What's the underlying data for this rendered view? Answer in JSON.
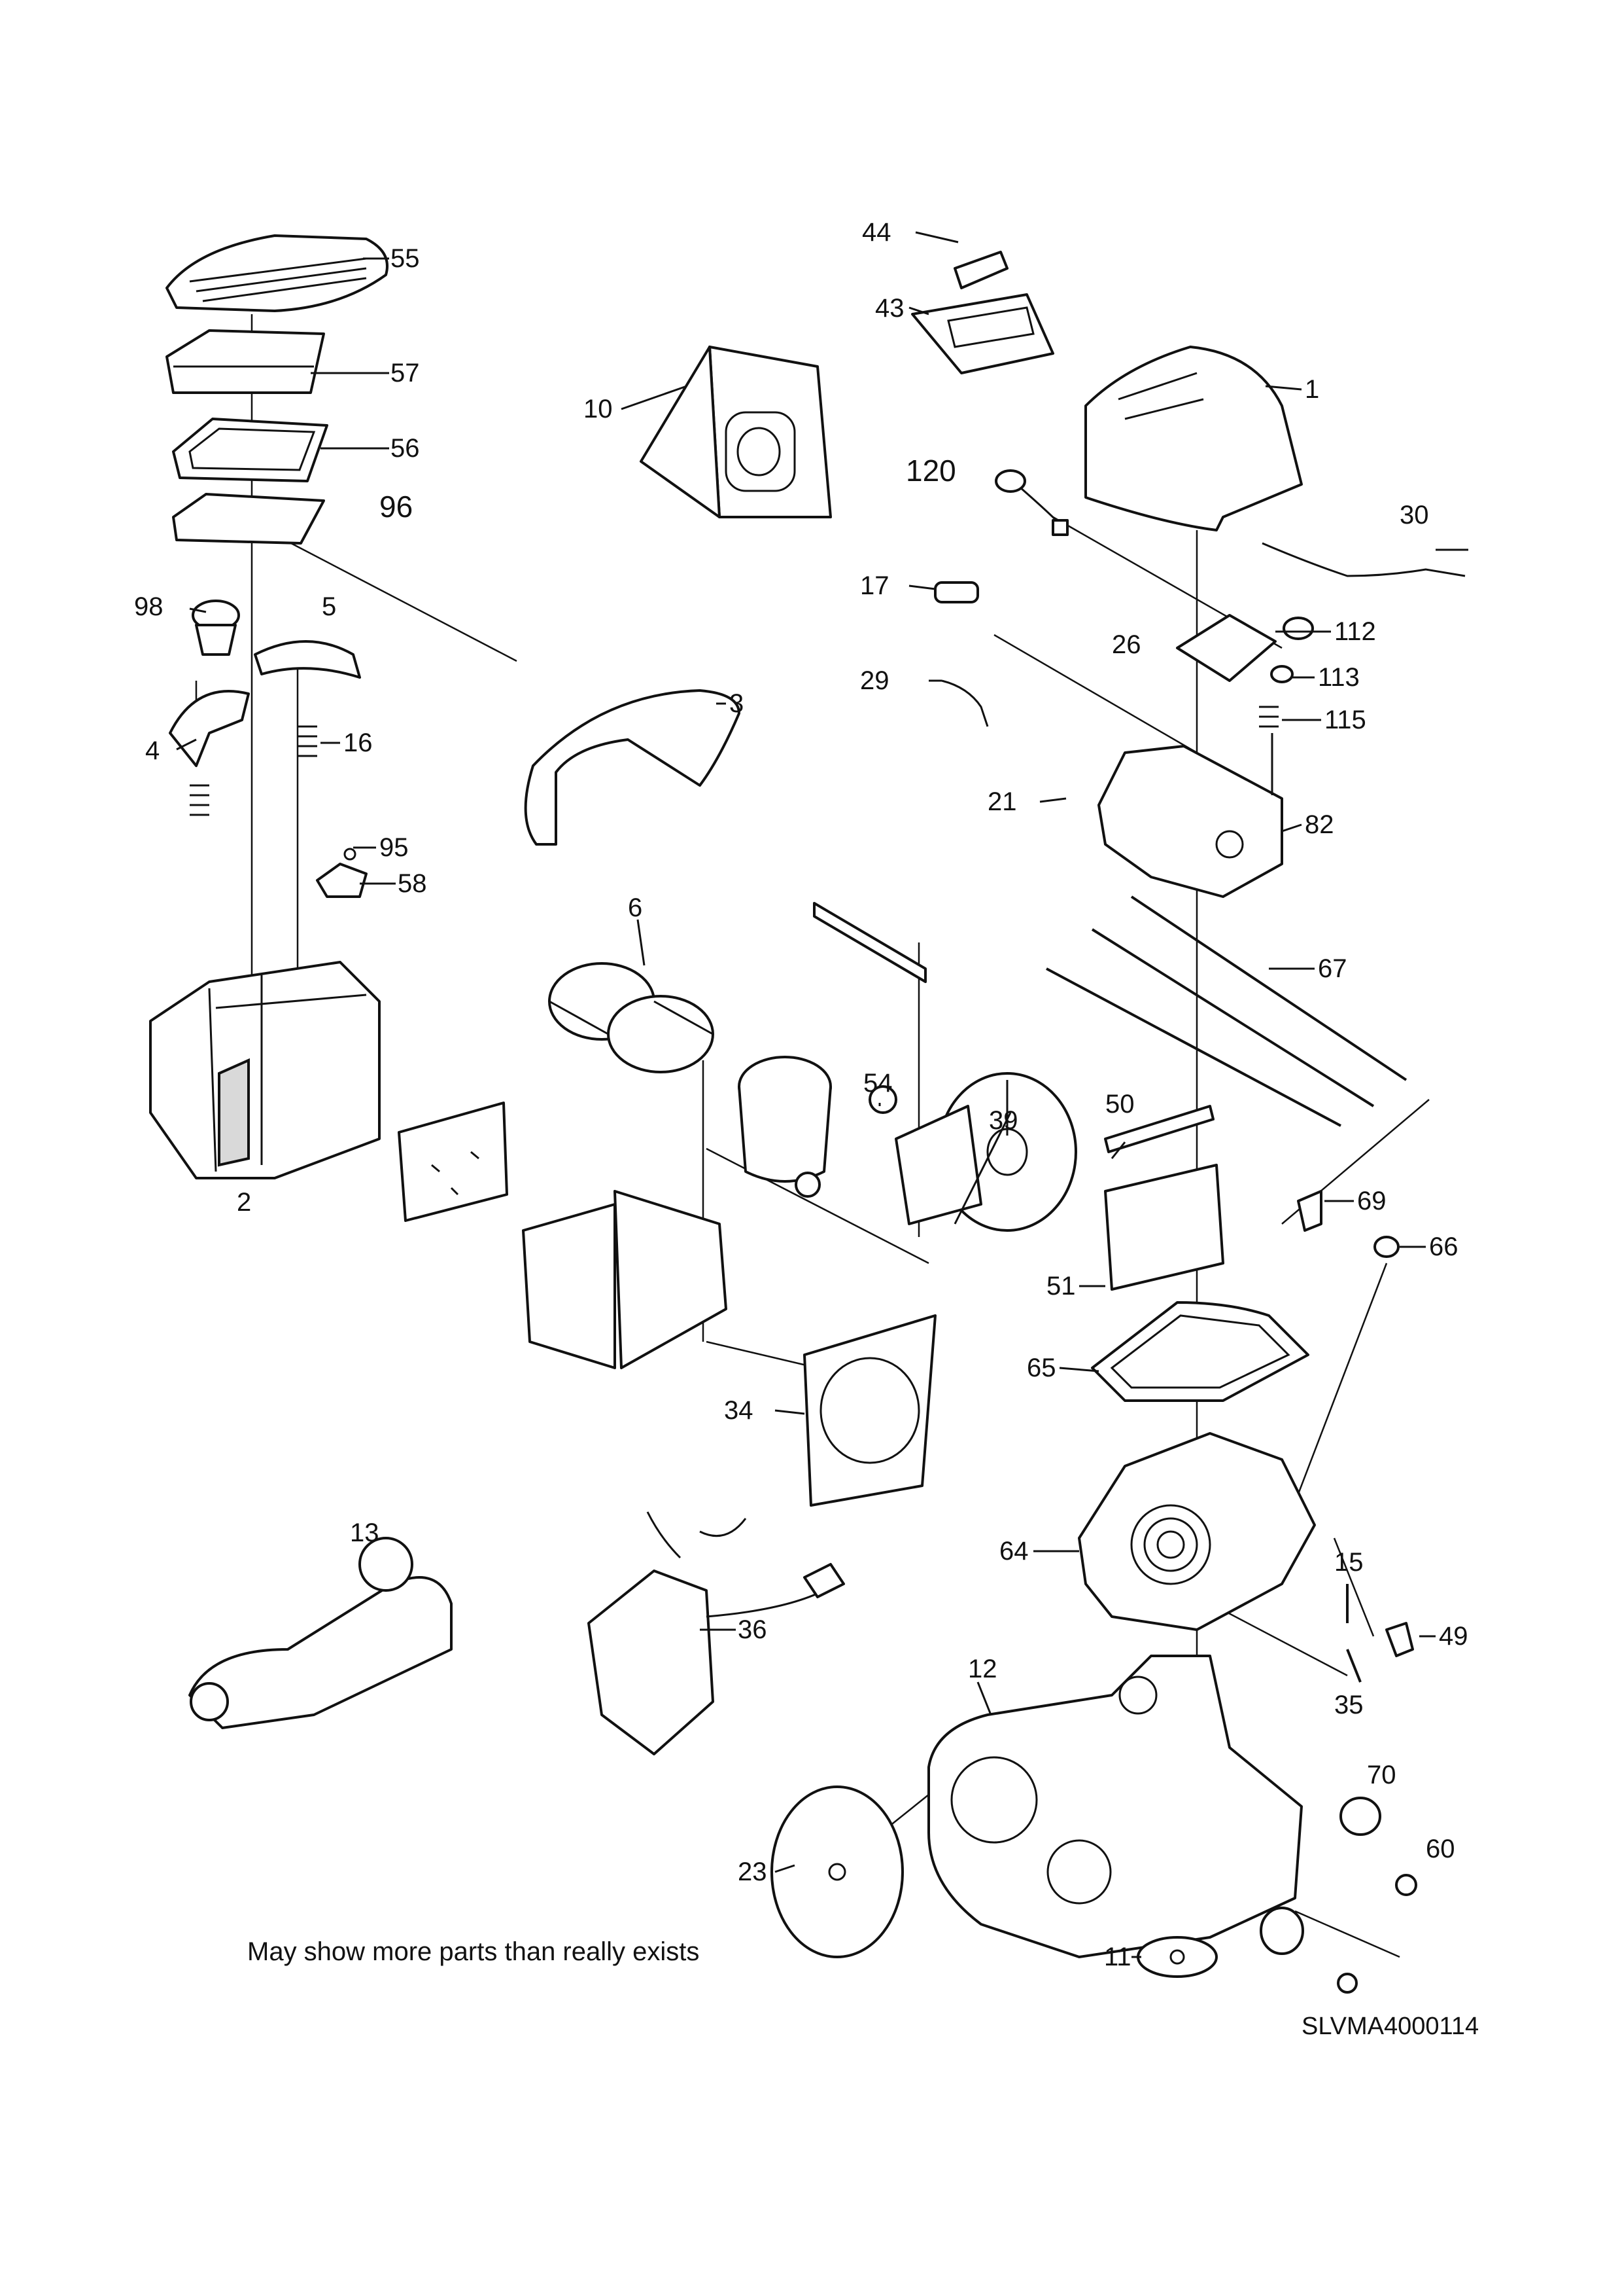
{
  "diagram": {
    "note": "May show more parts than really exists",
    "drawing_code": "SLVMA4000114",
    "labels": {
      "p1": "1",
      "p2": "2",
      "p3": "3",
      "p4": "4",
      "p5": "5",
      "p6": "6",
      "p10": "10",
      "p11": "11",
      "p12": "12",
      "p13": "13",
      "p15": "15",
      "p16": "16",
      "p17": "17",
      "p21": "21",
      "p23": "23",
      "p26": "26",
      "p29": "29",
      "p30": "30",
      "p34": "34",
      "p35": "35",
      "p36": "36",
      "p39": "39",
      "p43": "43",
      "p44": "44",
      "p49": "49",
      "p50": "50",
      "p51": "51",
      "p54": "54",
      "p55": "55",
      "p56": "56",
      "p57": "57",
      "p58": "58",
      "p60": "60",
      "p64": "64",
      "p65": "65",
      "p66": "66",
      "p67": "67",
      "p69": "69",
      "p70": "70",
      "p82": "82",
      "p95": "95",
      "p96": "96",
      "p98": "98",
      "p112": "112",
      "p113": "113",
      "p115": "115",
      "p120": "120"
    }
  }
}
